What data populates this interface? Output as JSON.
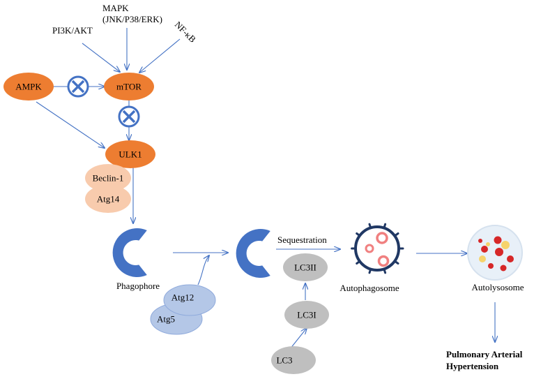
{
  "colors": {
    "arrow": "#4472c4",
    "orange": "#ed7d31",
    "peach": "#f8cbad",
    "lavender": "#b4c7e7",
    "lavender_stroke": "#8faadc",
    "grey": "#bfbfbf",
    "phagophore": "#4472c4",
    "inhibit": "#4472c4",
    "autophagosome_body": "#203864",
    "vesicle": "#f08080",
    "autolysosome_bg": "#e8f0f8",
    "autolysosome_red": "#d62728",
    "autolysosome_yellow": "#f6d36b",
    "outcome_text": "#ff0000"
  },
  "upstream": {
    "pi3k": "PI3K/AKT",
    "mapk_line1": "MAPK",
    "mapk_line2": "(JNK/P38/ERK)",
    "nfkb": "NF-κB"
  },
  "nodes": {
    "ampk": "AMPK",
    "mtor": "mTOR",
    "ulk1": "ULK1",
    "beclin": "Beclin-1",
    "atg14": "Atg14",
    "atg12": "Atg12",
    "atg5": "Atg5",
    "lc3ii": "LC3II",
    "lc3i": "LC3I",
    "lc3": "LC3"
  },
  "stages": {
    "phagophore": "Phagophore",
    "sequestration": "Sequestration",
    "autophagosome": "Autophagosome",
    "autolysosome": "Autolysosome"
  },
  "outcome": {
    "line1": "Pulmonary Arterial",
    "line2": "Hypertension"
  }
}
